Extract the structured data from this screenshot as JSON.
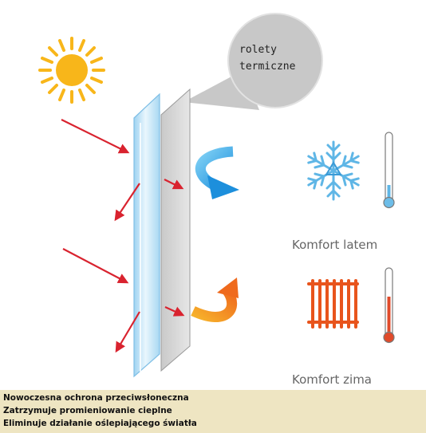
{
  "callout": {
    "line1": "rolety",
    "line2": "termiczne"
  },
  "captions": {
    "summer": "Komfort latem",
    "winter": "Komfort zima"
  },
  "footer": {
    "lines": [
      "Nowoczesna ochrona przeciwsłoneczna",
      "Zatrzymuje promieniowanie cieplne",
      "Eliminuje działanie oślepiającego światła"
    ]
  },
  "icons": {
    "sun": "sun-icon",
    "snowflake": "snowflake-icon",
    "radiator": "radiator-icon",
    "thermometer_cold": "thermometer-cold-icon",
    "thermometer_warm": "thermometer-warm-icon"
  },
  "colors": {
    "sun": "#f8b61a",
    "ray": "#d9232f",
    "cold_arrow": "#2aa3e6",
    "warm_arrow": "#f28a1c",
    "radiator": "#e8541c",
    "snowflake": "#5fb6e6",
    "glass": "#bfe3f7",
    "blind": "#d2d2d2",
    "callout": "#c8c8c8",
    "footer_bg": "#eee5c2"
  }
}
